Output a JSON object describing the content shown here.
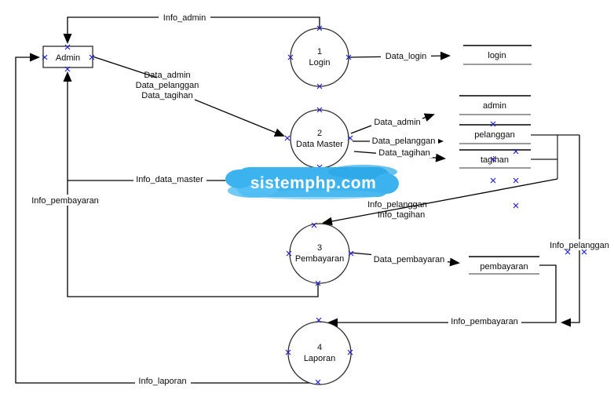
{
  "entity": {
    "label": "Admin"
  },
  "processes": [
    {
      "number": "1",
      "name": "Login"
    },
    {
      "number": "2",
      "name": "Data Master"
    },
    {
      "number": "3",
      "name": "Pembayaran"
    },
    {
      "number": "4",
      "name": "Laporan"
    }
  ],
  "stores": [
    {
      "label": "login"
    },
    {
      "label": "admin"
    },
    {
      "label": "pelanggan"
    },
    {
      "label": "tagihan"
    },
    {
      "label": "pembayaran"
    }
  ],
  "flows": {
    "info_admin": "Info_admin",
    "data_login": "Data_login",
    "admin_inputs_line1": "Data_admin",
    "admin_inputs_line2": "Data_pelanggan",
    "admin_inputs_line3": "Data_tagihan",
    "data_admin": "Data_admin",
    "data_pelanggan": "Data_pelanggan",
    "data_tagihan": "Data_tagihan",
    "info_data_master": "Info_data_master",
    "info_pembayaran_left": "Info_pembayaran",
    "info_laporan": "Info_laporan",
    "data_pembayaran": "Data_pembayaran",
    "info_pelanggan_to_pembayaran": "Info_pelanggan",
    "info_tagihan_to_pembayaran": "Info_tagihan",
    "info_pelanggan_right": "Info_pelanggan",
    "info_pembayaran_right": "Info_pembayaran"
  },
  "watermark": {
    "text": "sistemphp.com"
  },
  "colors": {
    "flow_line": "#000000",
    "connection_mark": "#2121cc",
    "watermark_blue": "#3cb3ee",
    "watermark_text": "#ffffff"
  }
}
